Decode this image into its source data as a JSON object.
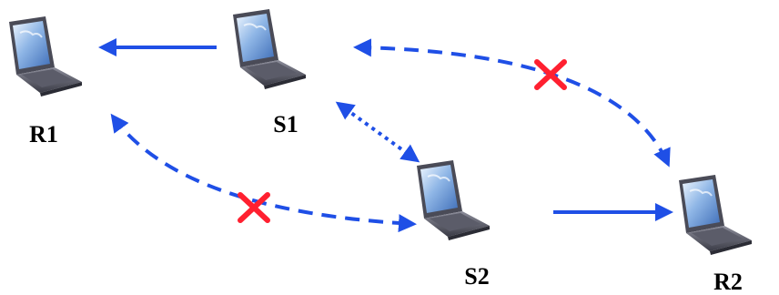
{
  "nodes": [
    {
      "id": "R1",
      "label": "R1",
      "icon": "laptop-icon"
    },
    {
      "id": "S1",
      "label": "S1",
      "icon": "laptop-icon"
    },
    {
      "id": "S2",
      "label": "S2",
      "icon": "laptop-icon"
    },
    {
      "id": "R2",
      "label": "R2",
      "icon": "laptop-icon"
    }
  ],
  "edges": [
    {
      "from": "S1",
      "to": "R1",
      "style": "solid",
      "direction": "forward",
      "blocked": false
    },
    {
      "from": "S2",
      "to": "R2",
      "style": "solid",
      "direction": "forward",
      "blocked": false
    },
    {
      "from": "S1",
      "to": "S2",
      "style": "dotted",
      "direction": "both",
      "blocked": false
    },
    {
      "from": "R1",
      "to": "S2",
      "style": "dashed",
      "direction": "both",
      "blocked": true
    },
    {
      "from": "S1",
      "to": "R2",
      "style": "dashed",
      "direction": "both",
      "blocked": true
    }
  ],
  "colors": {
    "arrow": "#1f4fe6",
    "blocked_mark": "#ff2030",
    "label": "#000000"
  }
}
